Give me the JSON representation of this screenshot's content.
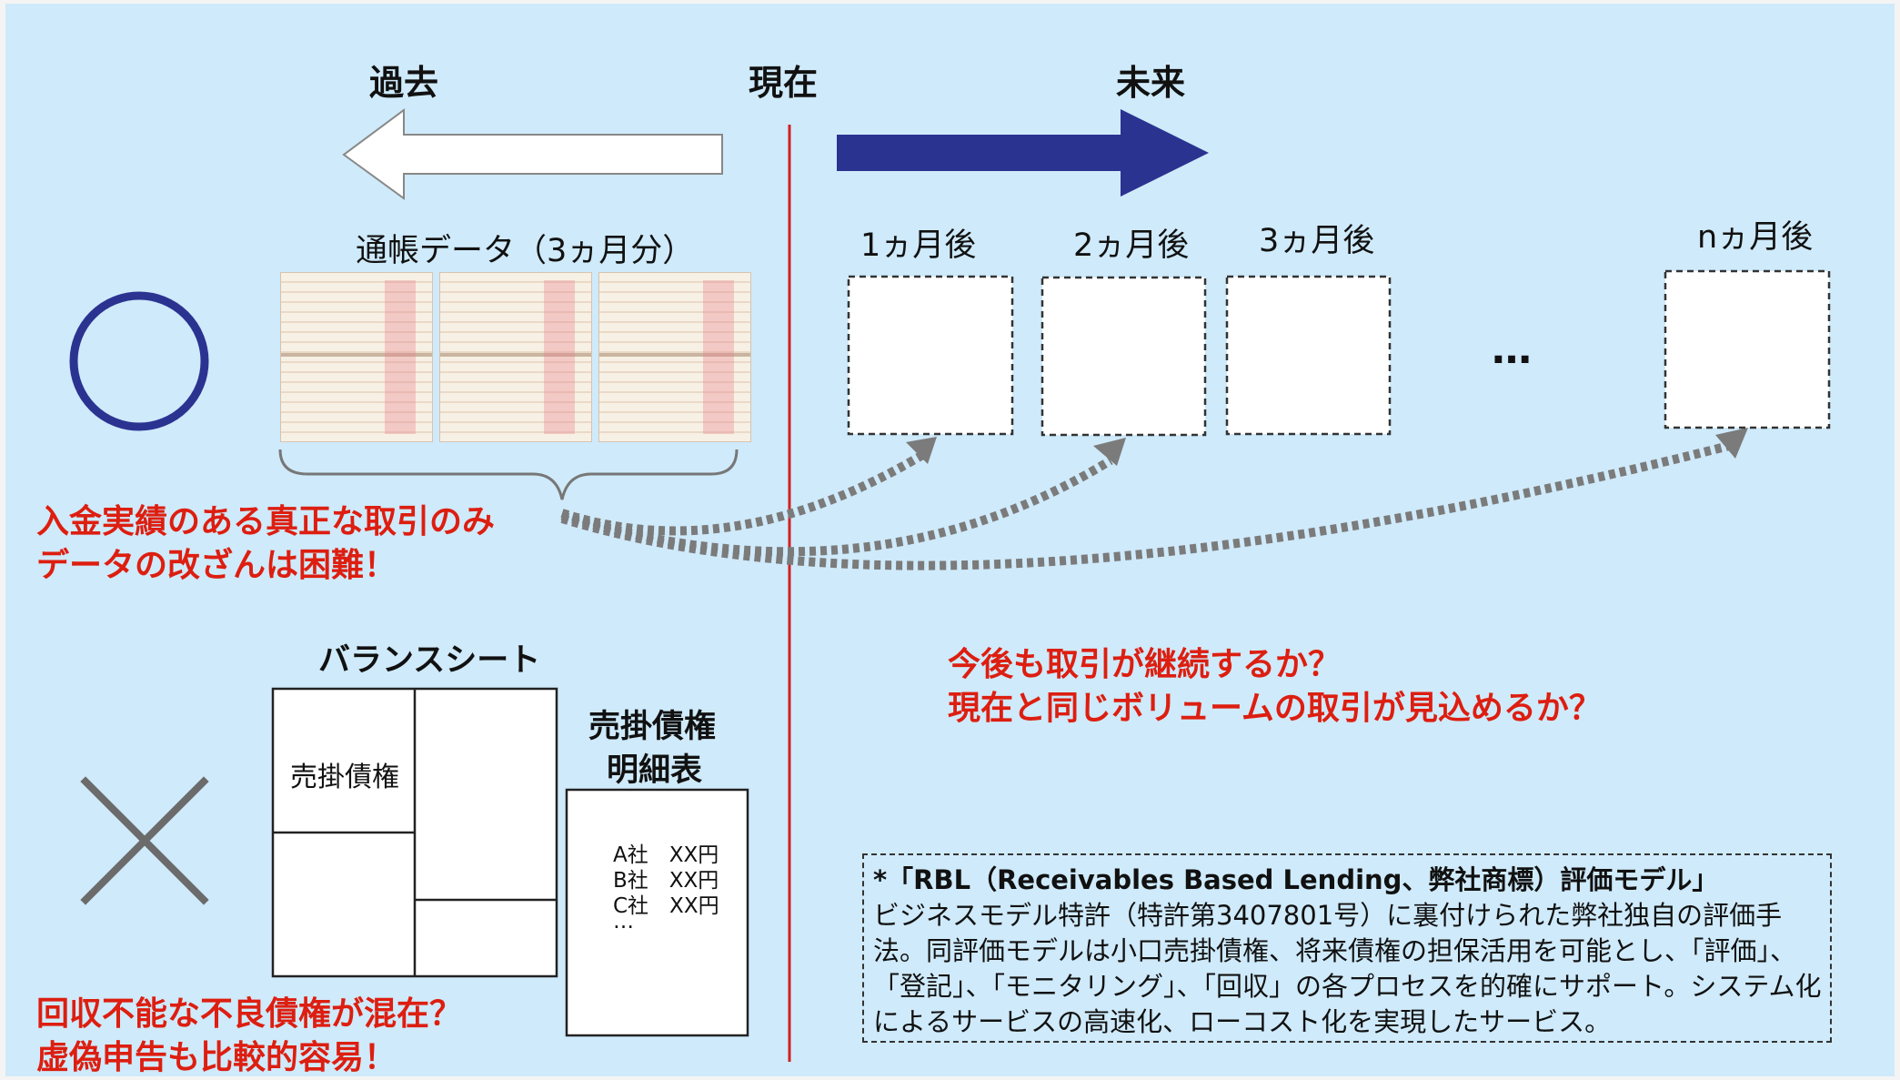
{
  "timeline": {
    "past": "過去",
    "present": "現在",
    "future": "未来"
  },
  "passbook": {
    "label": "通帳データ（3ヵ月分）"
  },
  "future_months": [
    "1ヵ月後",
    "2ヵ月後",
    "3ヵ月後",
    "nヵ月後"
  ],
  "ellipsis": "…",
  "good_notes": [
    "入金実績のある真正な取引のみ",
    "データの改ざんは困難！"
  ],
  "questions": [
    "今後も取引が継続するか？",
    "現在と同じボリュームの取引が見込めるか？"
  ],
  "balance_sheet": {
    "title": "バランスシート",
    "cell": "売掛債権"
  },
  "receivables_detail": {
    "title": [
      "売掛債権",
      "明細表"
    ],
    "lines": [
      "A社　XX円",
      "B社　XX円",
      "C社　XX円",
      "…"
    ]
  },
  "bad_notes": [
    "回収不能な不良債権が混在？",
    "虚偽申告も比較的容易！"
  ],
  "note": {
    "title": "*「RBL（Receivables Based Lending、弊社商標）評価モデル」",
    "body": "ビジネスモデル特許（特許第3407801号）に裏付けられた弊社独自の評価手法。同評価モデルは小口売掛債権、将来債権の担保活用を可能とし、「評価」、「登記」、「モニタリング」、「回収」の各プロセスを的確にサポート。システム化によるサービスの高速化、ローコスト化を実現したサービス。"
  },
  "colors": {
    "background": "#cfeafa",
    "accent_navy": "#2b3391",
    "divider_red": "#d22020",
    "alert_red": "#dd1e10",
    "arrow_gray": "#7b7b7b"
  }
}
